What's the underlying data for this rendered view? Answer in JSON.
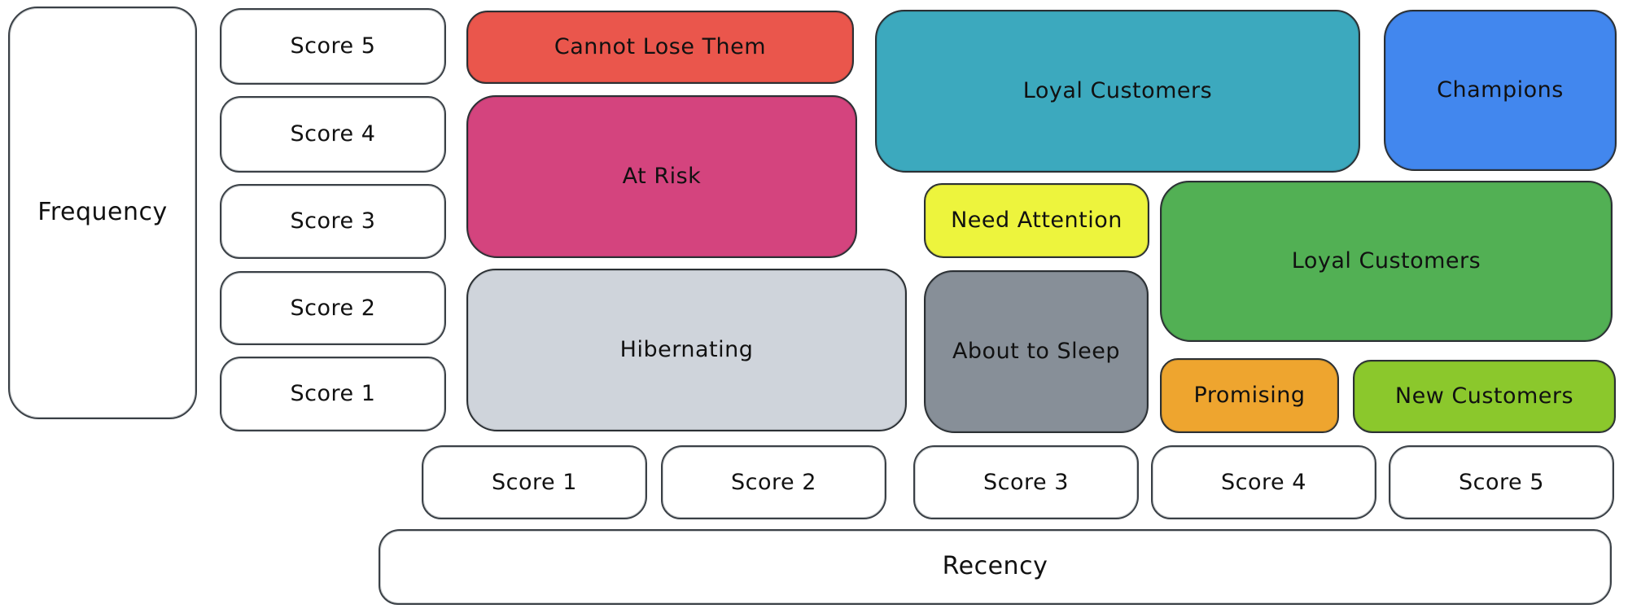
{
  "frequency_axis": {
    "label": "Frequency",
    "scores": [
      {
        "label": "Score 5"
      },
      {
        "label": "Score 4"
      },
      {
        "label": "Score 3"
      },
      {
        "label": "Score 2"
      },
      {
        "label": "Score 1"
      }
    ]
  },
  "recency_axis": {
    "label": "Recency",
    "scores": [
      {
        "label": "Score 1"
      },
      {
        "label": "Score 2"
      },
      {
        "label": "Score 3"
      },
      {
        "label": "Score 4"
      },
      {
        "label": "Score 5"
      }
    ]
  },
  "segments": {
    "cannot_lose_them": {
      "label": "Cannot Lose Them",
      "color": "#EA564C"
    },
    "at_risk": {
      "label": "At Risk",
      "color": "#D4447E"
    },
    "hibernating": {
      "label": "Hibernating",
      "color": "#CFD4DB"
    },
    "loyal_customers_top": {
      "label": "Loyal Customers",
      "color": "#3CA9BE"
    },
    "champions": {
      "label": "Champions",
      "color": "#4287EE"
    },
    "need_attention": {
      "label": "Need Attention",
      "color": "#EDF43D"
    },
    "loyal_customers_mid": {
      "label": "Loyal Customers",
      "color": "#52B054"
    },
    "about_to_sleep": {
      "label": "About to Sleep",
      "color": "#878F98"
    },
    "promising": {
      "label": "Promising",
      "color": "#EEA52F"
    },
    "new_customers": {
      "label": "New Customers",
      "color": "#8BC82C"
    }
  },
  "colors": {
    "background": "#FFFFFF",
    "stroke": "#2E3338",
    "text": "#111111"
  }
}
